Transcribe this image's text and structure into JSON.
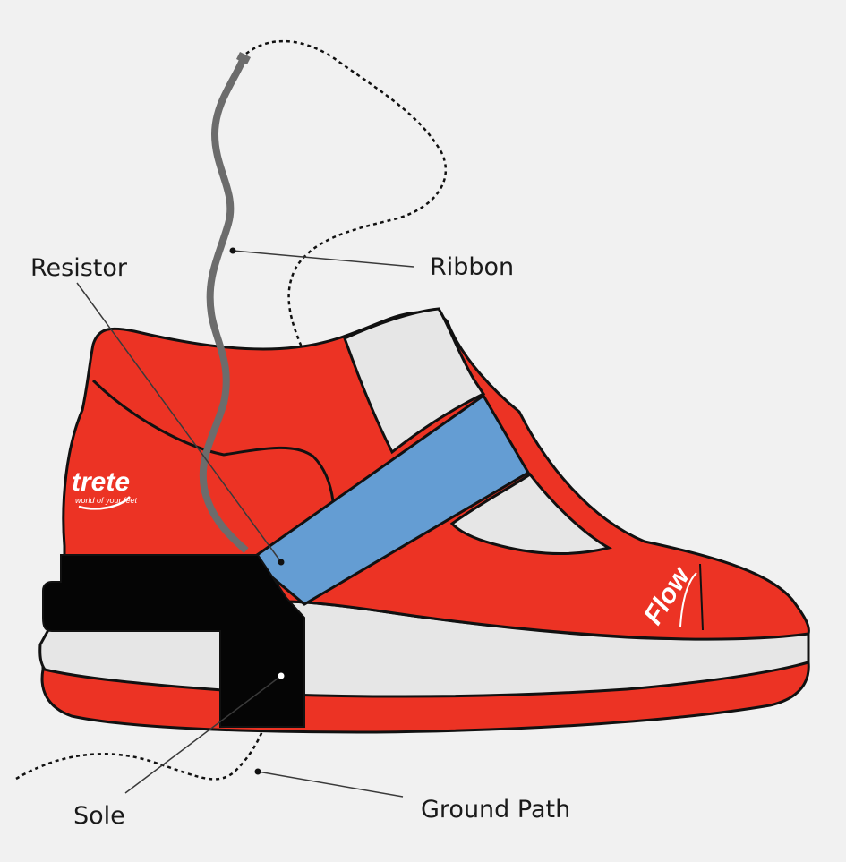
{
  "labels": {
    "resistor": "Resistor",
    "ribbon": "Ribbon",
    "sole": "Sole",
    "ground_path": "Ground Path"
  },
  "brand": {
    "heel_logo": "trete",
    "heel_tagline": "world of your feet",
    "toe_logo": "Flow"
  },
  "colors": {
    "background": "#f1f1f1",
    "shoe_body": "#ec3324",
    "shoe_panel": "#e6e6e6",
    "strap": "#649dd3",
    "grounder": "#050505",
    "ribbon": "#6c6c6c",
    "outline": "#111111",
    "leader_line": "#3a3a3a"
  }
}
